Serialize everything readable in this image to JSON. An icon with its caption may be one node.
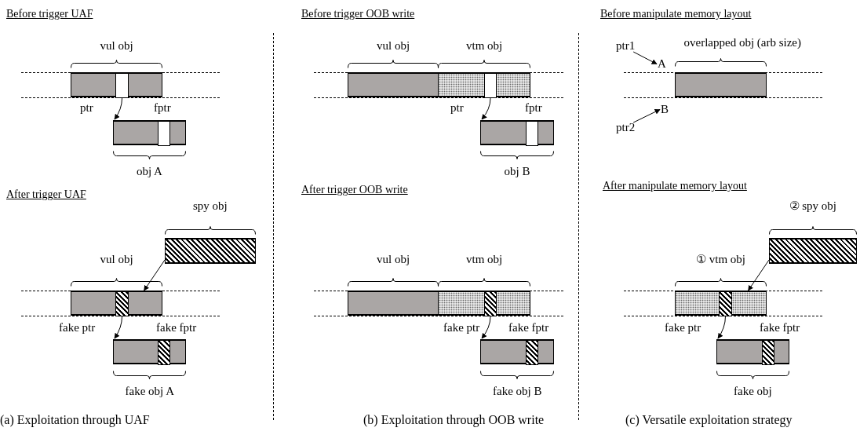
{
  "diagram": {
    "nodes": [
      {
        "text": [],
        "shape": "bar",
        "beside": [
          "vul obj"
        ]
      },
      {
        "text": [],
        "shape": "box",
        "in": 0,
        "beside": [
          "ptr"
        ]
      },
      {
        "text": [],
        "shape": "bar",
        "beside": [
          "obj A"
        ]
      },
      {
        "text": [],
        "shape": "box",
        "in": 2,
        "beside": [
          "fptr"
        ]
      },
      {
        "text": [],
        "shape": "bar",
        "beside": [
          "spy obj"
        ]
      },
      {
        "text": [],
        "shape": "bar",
        "beside": [
          "vul obj"
        ]
      },
      {
        "text": [],
        "shape": "box",
        "in": 5,
        "beside": [
          "fake ptr"
        ]
      },
      {
        "text": [],
        "shape": "bar",
        "beside": [
          "fake obj A"
        ]
      },
      {
        "text": [],
        "shape": "box",
        "in": 7,
        "beside": [
          "fake fptr"
        ]
      },
      {
        "text": [],
        "shape": "bar",
        "beside": [
          "vul obj"
        ]
      },
      {
        "text": [],
        "shape": "bar",
        "beside": [
          "vtm obj"
        ]
      },
      {
        "text": [],
        "shape": "box",
        "in": 10,
        "beside": [
          "ptr"
        ]
      },
      {
        "text": [],
        "shape": "bar",
        "beside": [
          "obj B"
        ]
      },
      {
        "text": [],
        "shape": "box",
        "in": 12,
        "beside": [
          "fptr"
        ]
      },
      {
        "text": [],
        "shape": "bar",
        "beside": [
          "vul obj"
        ]
      },
      {
        "text": [],
        "shape": "bar",
        "beside": [
          "vtm obj"
        ]
      },
      {
        "text": [],
        "shape": "box",
        "in": 15,
        "beside": [
          "fake ptr"
        ]
      },
      {
        "text": [],
        "shape": "bar",
        "beside": [
          "fake obj B"
        ]
      },
      {
        "text": [],
        "shape": "box",
        "in": 17,
        "beside": [
          "fake fptr"
        ]
      },
      {
        "text": [
          "ptr1"
        ]
      },
      {
        "text": [
          "A"
        ]
      },
      {
        "text": [],
        "shape": "bar",
        "beside": [
          "overlapped obj (arb size)"
        ]
      },
      {
        "text": [
          "ptr2"
        ]
      },
      {
        "text": [
          "B"
        ]
      },
      {
        "text": [],
        "shape": "bar",
        "beside": [
          "② spy obj"
        ]
      },
      {
        "text": [],
        "shape": "bar",
        "beside": [
          "① vtm obj"
        ]
      },
      {
        "text": [],
        "shape": "box",
        "in": 25,
        "beside": [
          "fake ptr"
        ]
      },
      {
        "text": [],
        "shape": "bar",
        "beside": [
          "fake obj"
        ]
      },
      {
        "text": [],
        "shape": "box",
        "in": 27,
        "beside": [
          "fake fptr"
        ]
      }
    ],
    "edges": [
      {
        "from": 1,
        "to": 2,
        "arrow": "to"
      },
      {
        "from": 4,
        "to": 5,
        "arrow": "to"
      },
      {
        "from": 6,
        "to": 7,
        "arrow": "to"
      },
      {
        "from": 11,
        "to": 12,
        "arrow": "to"
      },
      {
        "from": 16,
        "to": 17,
        "arrow": "to"
      },
      {
        "from": 19,
        "to": 20,
        "arrow": "to"
      },
      {
        "from": 22,
        "to": 23,
        "arrow": "to"
      },
      {
        "from": 24,
        "to": 25,
        "arrow": "to"
      },
      {
        "from": 26,
        "to": 27,
        "arrow": "to"
      }
    ],
    "labels": [
      "Before trigger UAF",
      "Before trigger OOB write",
      "Before manipulate memory layout",
      "After trigger UAF",
      "After trigger OOB write",
      "After manipulate memory layout",
      "(a) Exploitation through UAF",
      "(b) Exploitation through OOB write",
      "(c) Versatile exploitation strategy"
    ]
  }
}
